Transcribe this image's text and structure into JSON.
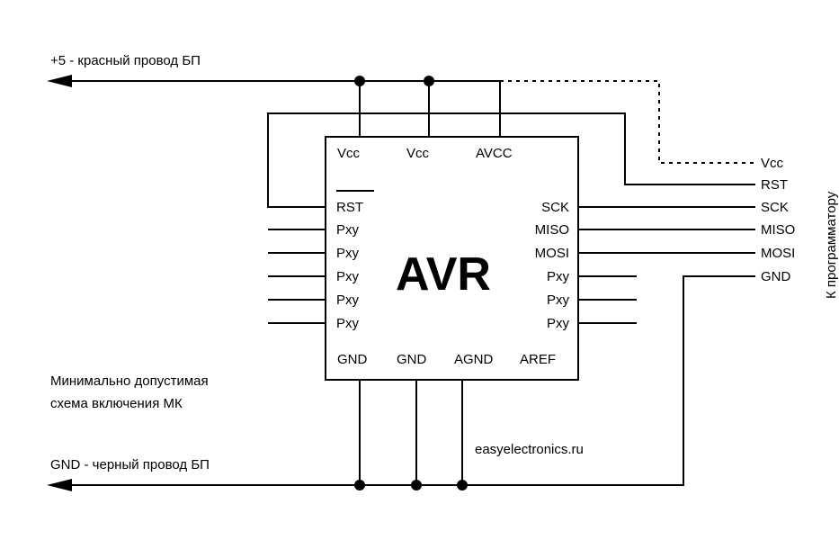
{
  "chip": {
    "name": "AVR",
    "top_pins": [
      "Vcc",
      "Vcc",
      "AVCC"
    ],
    "left_pins": [
      "RST",
      "Pxy",
      "Pxy",
      "Pxy",
      "Pxy",
      "Pxy"
    ],
    "right_pins": [
      "SCK",
      "MISO",
      "MOSI",
      "Pxy",
      "Pxy",
      "Pxy"
    ],
    "bottom_pins": [
      "GND",
      "GND",
      "AGND",
      "AREF"
    ]
  },
  "power": {
    "plus_label": "+5 - красный провод БП",
    "gnd_label": "GND - черный провод БП"
  },
  "programmer": {
    "pins": [
      "Vcc",
      "RST",
      "SCK",
      "MISO",
      "MOSI",
      "GND"
    ],
    "caption": "К программатору"
  },
  "notes": {
    "line1": "Минимально допустимая",
    "line2": "схема включения МК",
    "site": "easyelectronics.ru"
  }
}
